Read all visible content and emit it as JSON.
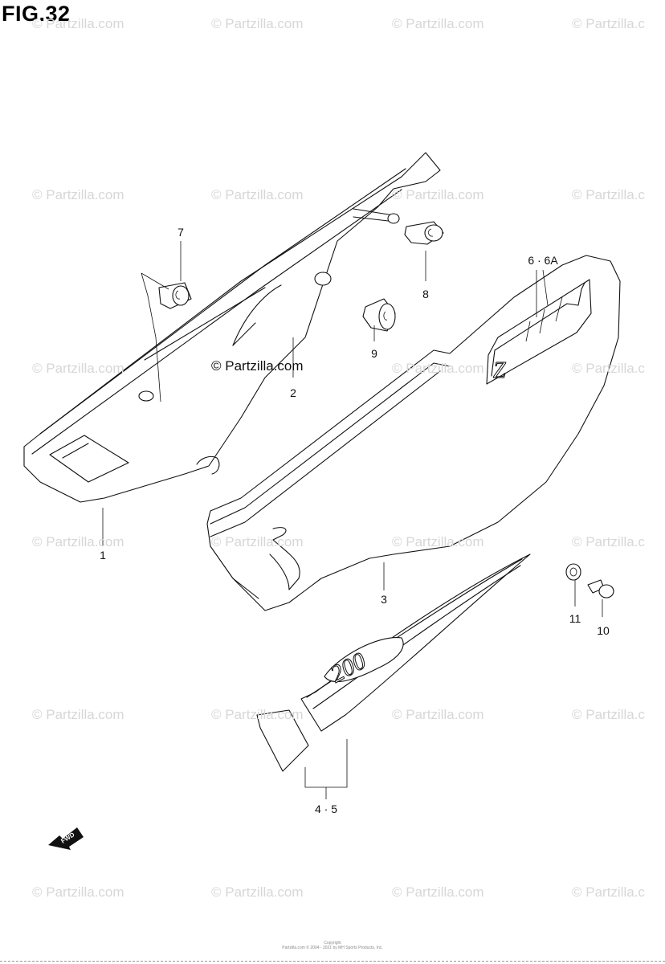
{
  "figure": {
    "title": "FIG.32"
  },
  "watermark": {
    "text": "© Partzilla.com",
    "text_clipped": "© Partzilla.c",
    "color": "#d7d7d7"
  },
  "main_watermark": {
    "text": "© Partzilla.com"
  },
  "callouts": {
    "c1": "1",
    "c2": "2",
    "c3": "3",
    "c45": "4 · 5",
    "c66a": "6 · 6A",
    "c7": "7",
    "c8": "8",
    "c9": "9",
    "c10": "10",
    "c11": "11"
  },
  "decals": {
    "side_model": "Z",
    "tail_model": "200"
  },
  "fwd": {
    "label": "FWD",
    "icon": "forward-arrow-icon"
  },
  "copyright": {
    "line1": "Copyright",
    "line2": "Partzilla.com © 2004 - 2021 by MH Sports Products, Inc."
  }
}
